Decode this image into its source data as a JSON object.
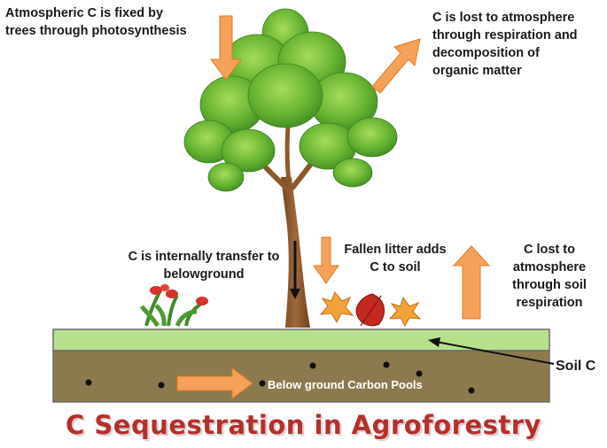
{
  "labels": {
    "fixation": [
      "Atmospheric C is fixed by",
      "trees through photosynthesis"
    ],
    "respiration": [
      "C is lost to atmosphere",
      "through respiration and",
      "decomposition of",
      "organic matter"
    ],
    "internal_transfer": [
      "C is internally transfer to",
      "belowground"
    ],
    "litter": [
      "Fallen litter adds",
      "C to soil"
    ],
    "soil_respiration": [
      "C lost to",
      "atmosphere",
      "through soil",
      "respiration"
    ],
    "soil_c": "Soil C",
    "pools": "Below ground Carbon Pools"
  },
  "title": "C Sequestration  in Agroforestry",
  "colors": {
    "arrow": "#f5a15a",
    "arrow_stroke": "#e07b27",
    "topsoil": "#b7e08c",
    "subsoil": "#8c7a4e",
    "title": "#b3302c",
    "foliage": "#5aa52c",
    "trunk": "#8b5a2b"
  }
}
